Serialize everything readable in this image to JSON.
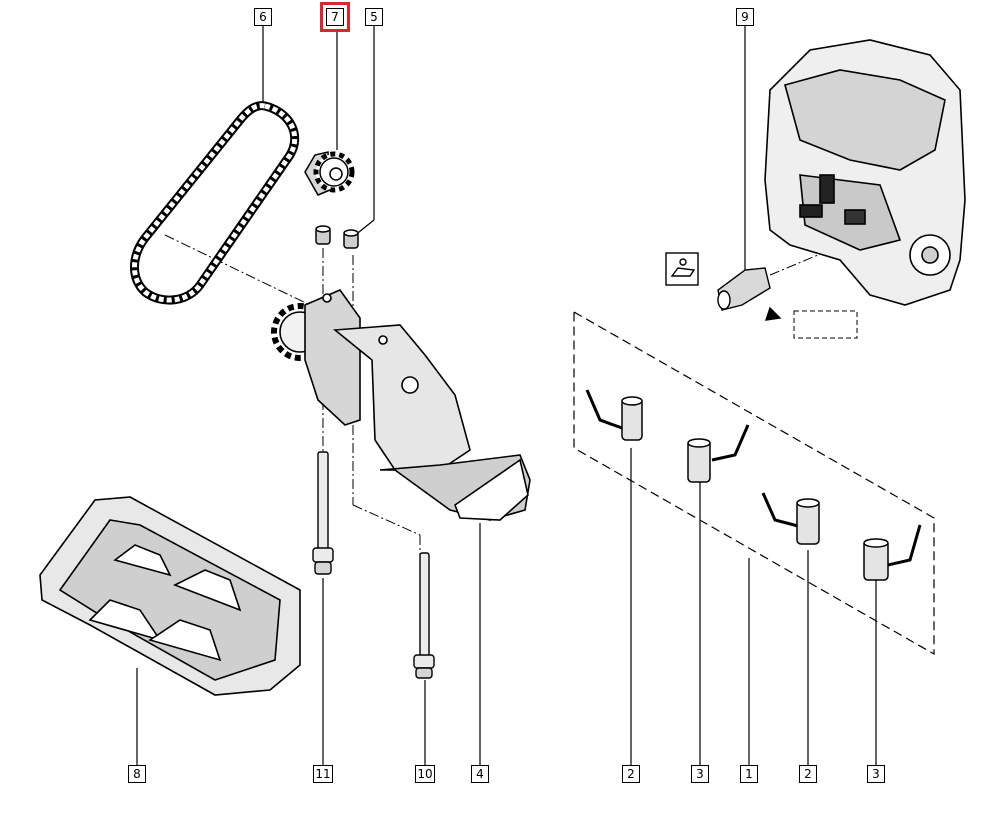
{
  "callouts": {
    "c1": "1",
    "c2a": "2",
    "c2b": "2",
    "c3a": "3",
    "c3b": "3",
    "c4": "4",
    "c5": "5",
    "c6": "6",
    "c7": "7",
    "c8": "8",
    "c9": "9",
    "c10": "10",
    "c11": "11"
  },
  "highlighted_callout": "7",
  "highlight_color": "#e3222a",
  "line_color": "#000000"
}
